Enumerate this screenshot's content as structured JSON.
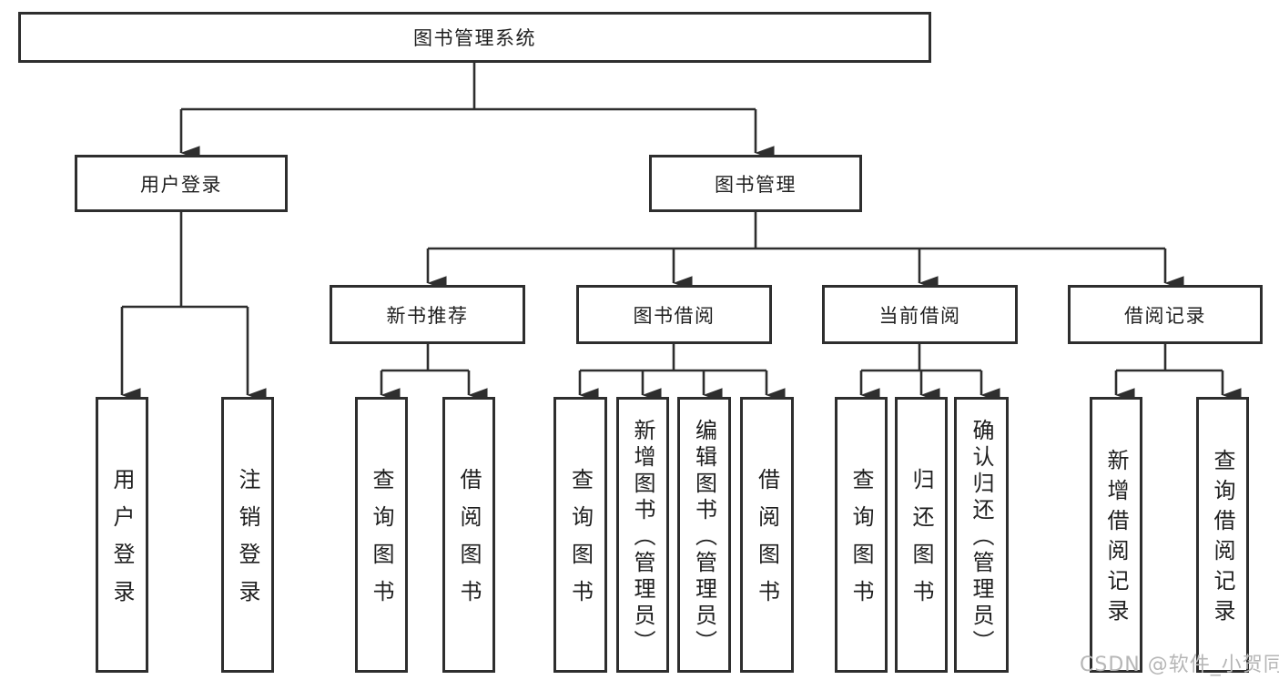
{
  "diagram": {
    "root": {
      "label": "图书管理系统"
    },
    "branches": [
      {
        "label": "用户登录",
        "children": [
          {
            "label": "用户登录"
          },
          {
            "label": "注销登录"
          }
        ]
      },
      {
        "label": "图书管理",
        "children": [
          {
            "label": "新书推荐",
            "children": [
              {
                "label": "查询图书"
              },
              {
                "label": "借阅图书"
              }
            ]
          },
          {
            "label": "图书借阅",
            "children": [
              {
                "label": "查询图书"
              },
              {
                "label": "新增图书（管理员）"
              },
              {
                "label": "编辑图书（管理员）"
              },
              {
                "label": "借阅图书"
              }
            ]
          },
          {
            "label": "当前借阅",
            "children": [
              {
                "label": "查询图书"
              },
              {
                "label": "归还图书"
              },
              {
                "label": "确认归还（管理员）"
              }
            ]
          },
          {
            "label": "借阅记录",
            "children": [
              {
                "label": "新增借阅记录"
              },
              {
                "label": "查询借阅记录"
              }
            ]
          }
        ]
      }
    ]
  },
  "watermark": {
    "text": "CSDN @软件_小贺同学"
  },
  "colors": {
    "line": "#2e2e2e",
    "text": "#1f1f1f",
    "watermark": "#b6b6b6",
    "background": "#ffffff"
  }
}
